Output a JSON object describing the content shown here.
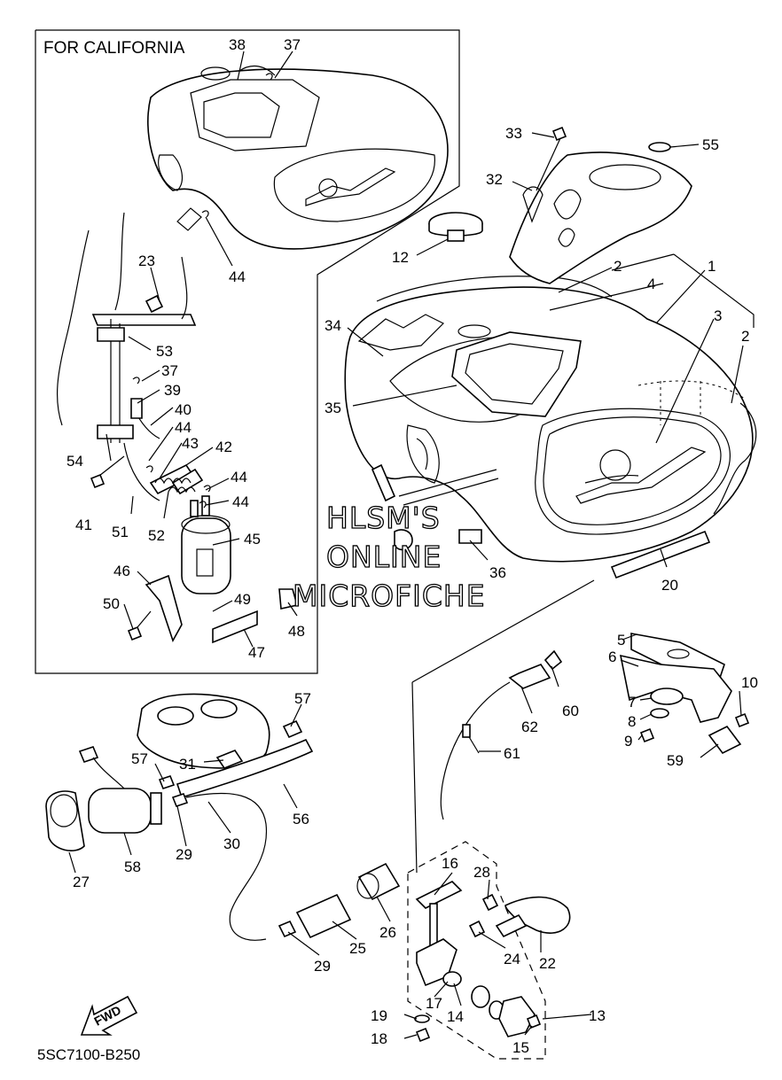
{
  "inset_title": "FOR CALIFORNIA",
  "diagram_code": "5SC7100-B250",
  "fwd_label": "FWD",
  "watermark": [
    "HLSM'S",
    "ONLINE",
    "MICROFICHE"
  ],
  "callouts": {
    "p1": "1",
    "p2a": "2",
    "p2b": "2",
    "p3": "3",
    "p4": "4",
    "p5": "5",
    "p6": "6",
    "p7": "7",
    "p8": "8",
    "p9": "9",
    "p10": "10",
    "p12": "12",
    "p13": "13",
    "p14": "14",
    "p15": "15",
    "p16": "16",
    "p17": "17",
    "p18": "18",
    "p19": "19",
    "p20": "20",
    "p22": "22",
    "p23": "23",
    "p24": "24",
    "p25": "25",
    "p26": "26",
    "p27": "27",
    "p28": "28",
    "p29a": "29",
    "p29b": "29",
    "p30": "30",
    "p31": "31",
    "p32": "32",
    "p33": "33",
    "p34": "34",
    "p35": "35",
    "p36": "36",
    "p37a": "37",
    "p37b": "37",
    "p38": "38",
    "p39": "39",
    "p40": "40",
    "p41": "41",
    "p42": "42",
    "p43": "43",
    "p44a": "44",
    "p44b": "44",
    "p44c": "44",
    "p44d": "44",
    "p45": "45",
    "p46": "46",
    "p47": "47",
    "p48": "48",
    "p49": "49",
    "p50": "50",
    "p51": "51",
    "p52": "52",
    "p53": "53",
    "p54": "54",
    "p55": "55",
    "p56": "56",
    "p57a": "57",
    "p57b": "57",
    "p58": "58",
    "p59": "59",
    "p60": "60",
    "p61": "61",
    "p62": "62"
  }
}
